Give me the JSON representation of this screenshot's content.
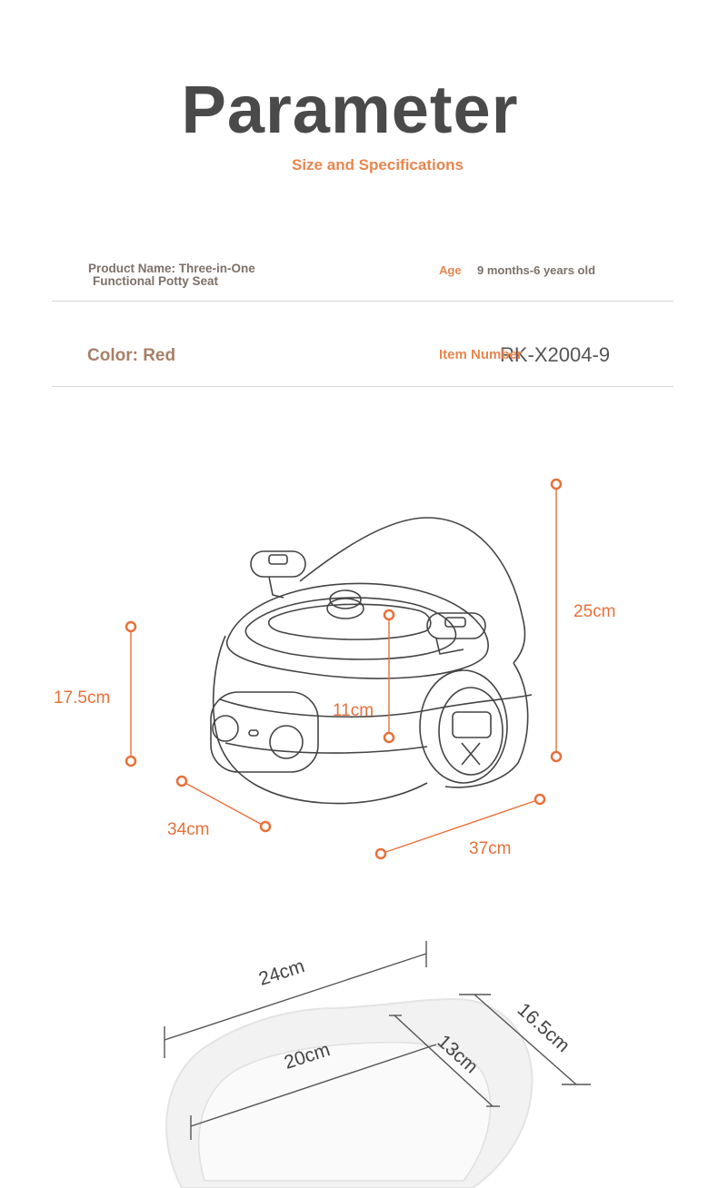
{
  "header": {
    "title": "Parameter",
    "subtitle": "Size and Specifications"
  },
  "specs": {
    "product_name_line1": "Product Name: Three-in-One",
    "product_name_line2": "Functional Potty Seat",
    "age_label": "Age",
    "age_value": "9 months-6 years old",
    "color": "Color: Red",
    "item_number_label": "Item Number",
    "item_number_value": "RK-X2004-9"
  },
  "dimensions": {
    "height_total": "25cm",
    "height_body": "17.5cm",
    "seat_height": "11cm",
    "depth": "34cm",
    "width": "37cm"
  },
  "seat_dimensions": {
    "outer_length": "24cm",
    "inner_length": "20cm",
    "inner_width": "13cm",
    "outer_width": "16.5cm"
  },
  "colors": {
    "accent": "#e8864f",
    "dimension_line": "#e8703a",
    "title": "#4a4a4a"
  }
}
